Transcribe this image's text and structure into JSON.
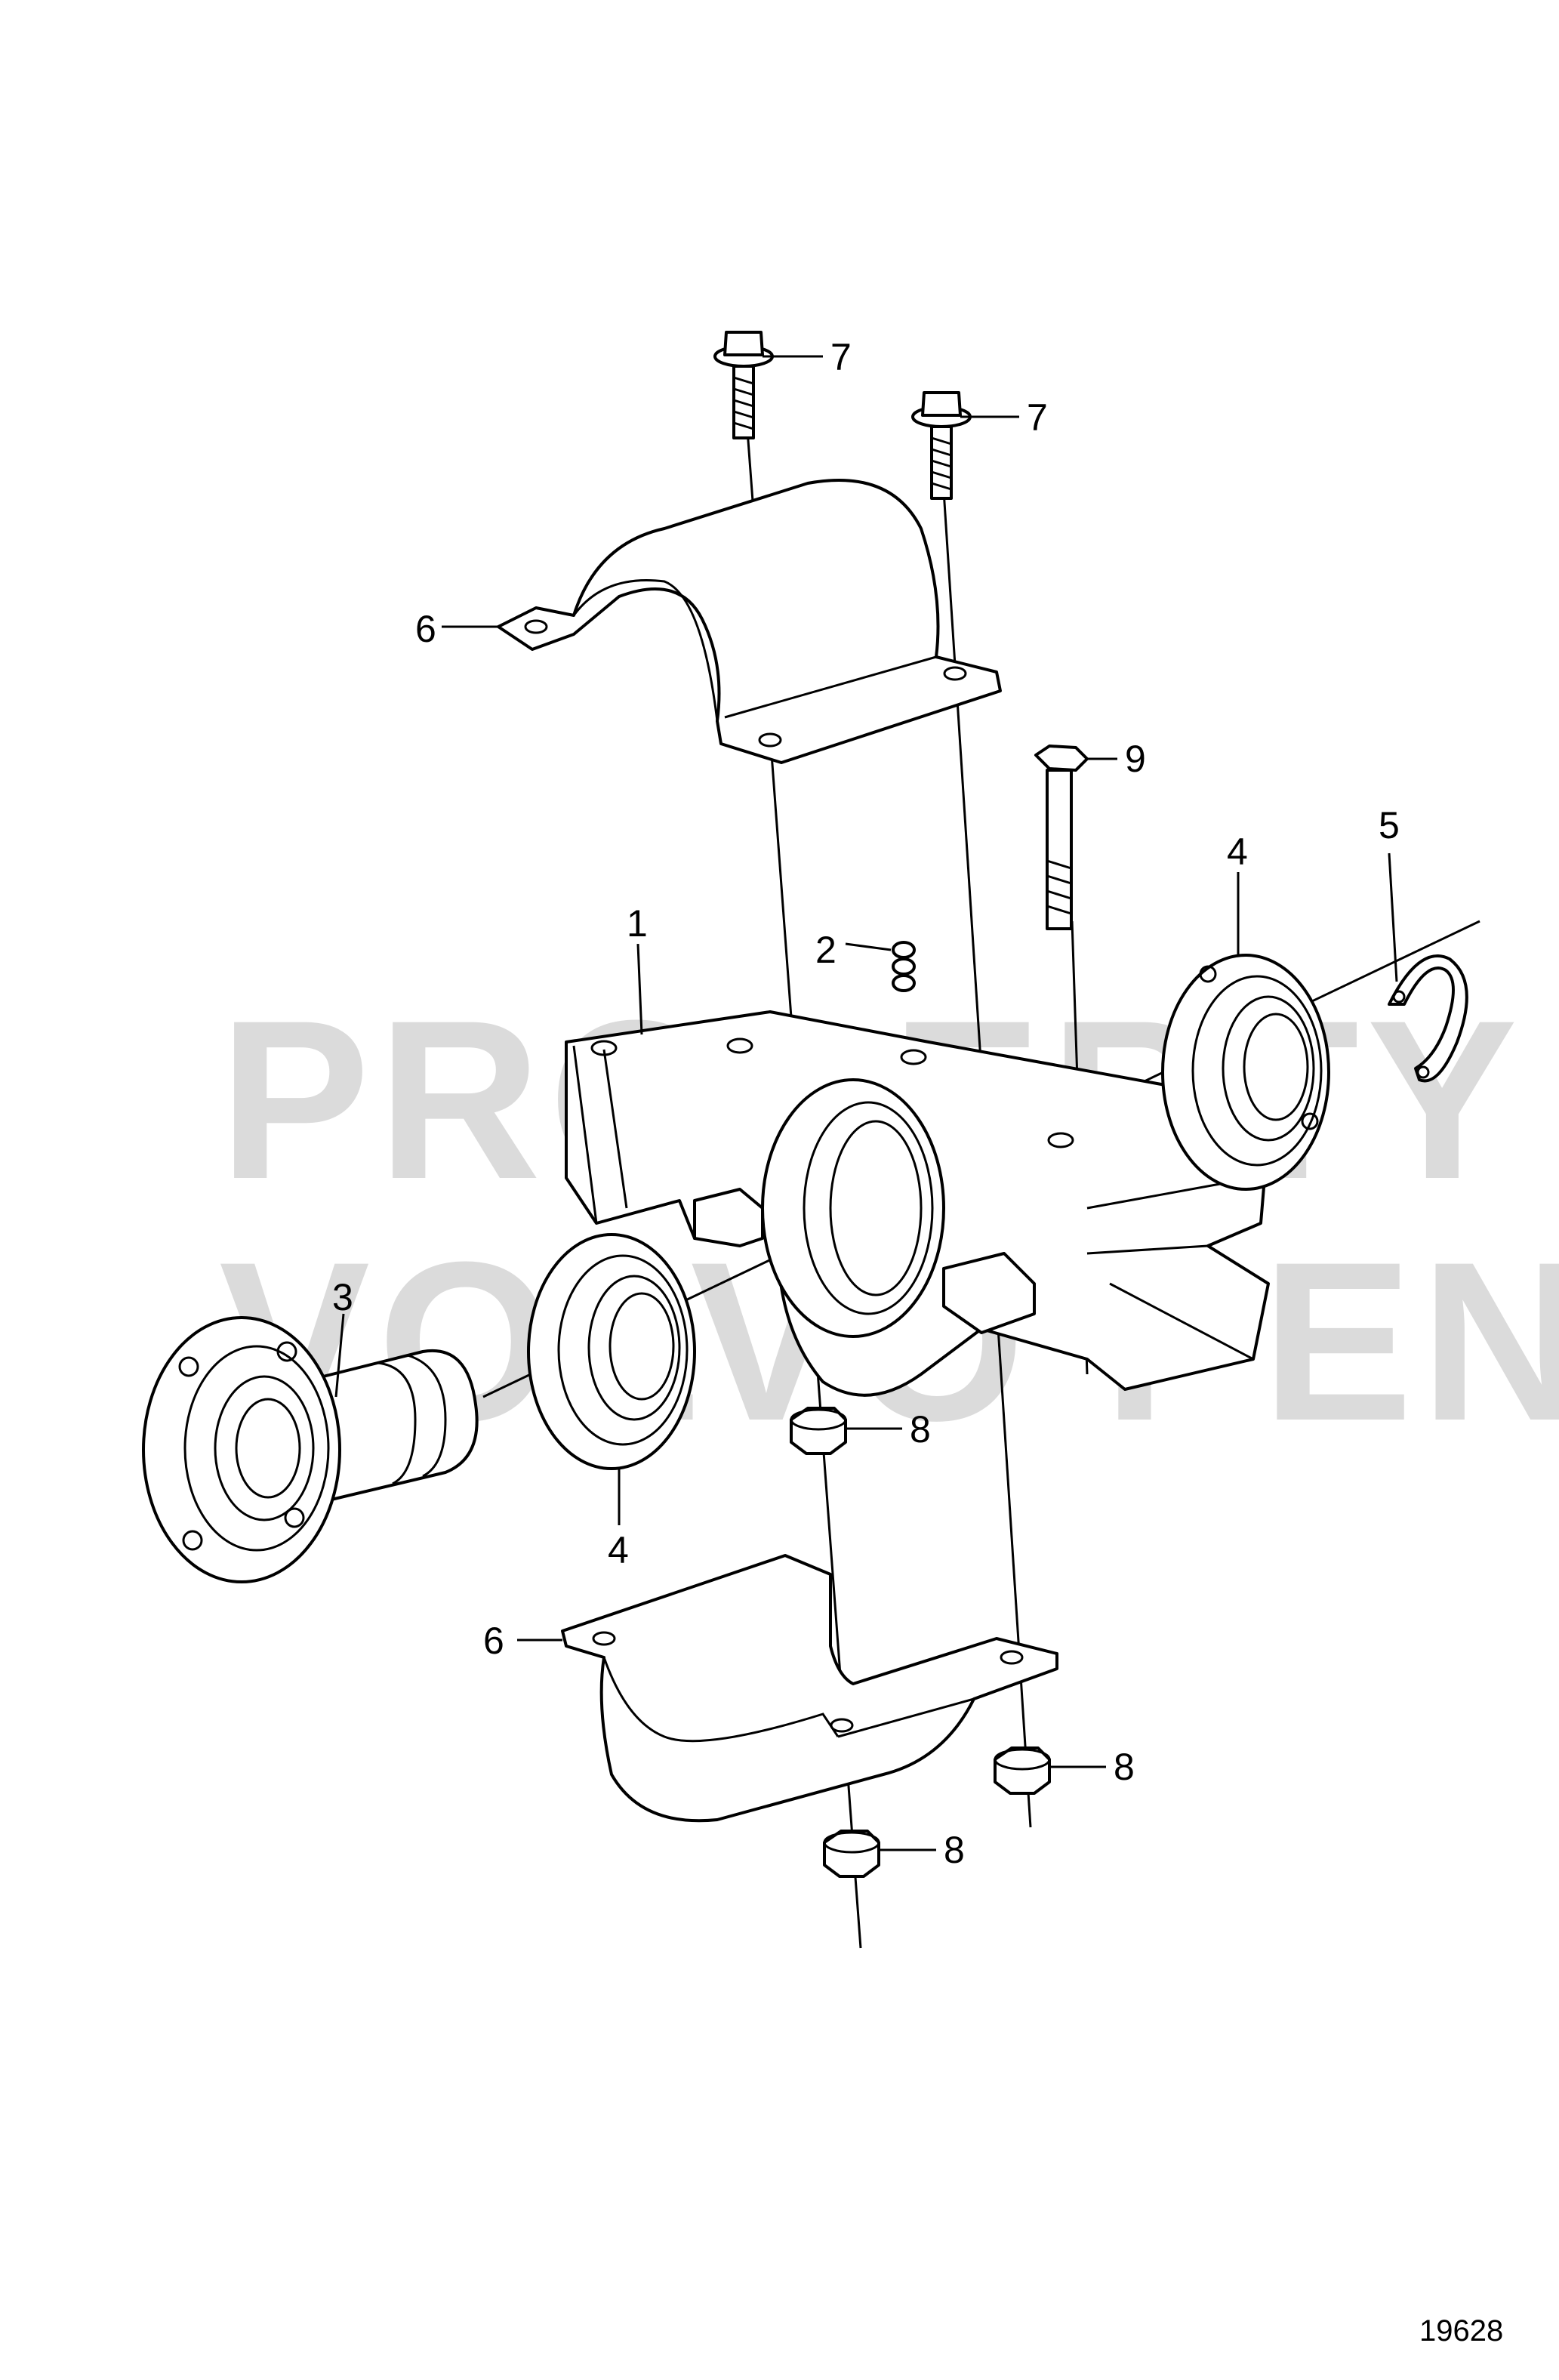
{
  "watermark": {
    "line1": "PROPERTY OF",
    "line2": "VOLVO PENTA"
  },
  "figure_number": "19628",
  "callouts": [
    {
      "id": "c1",
      "text": "1"
    },
    {
      "id": "c2",
      "text": "2"
    },
    {
      "id": "c3",
      "text": "3"
    },
    {
      "id": "c4a",
      "text": "4"
    },
    {
      "id": "c4b",
      "text": "4"
    },
    {
      "id": "c5",
      "text": "5"
    },
    {
      "id": "c6a",
      "text": "6"
    },
    {
      "id": "c6b",
      "text": "6"
    },
    {
      "id": "c7a",
      "text": "7"
    },
    {
      "id": "c7b",
      "text": "7"
    },
    {
      "id": "c8a",
      "text": "8"
    },
    {
      "id": "c8b",
      "text": "8"
    },
    {
      "id": "c8c",
      "text": "8"
    },
    {
      "id": "c9",
      "text": "9"
    }
  ]
}
